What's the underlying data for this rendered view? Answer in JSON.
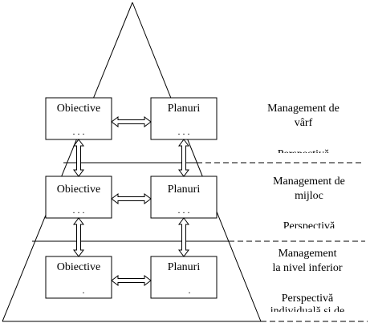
{
  "levels": [
    {
      "id": "top",
      "left_box": {
        "title": "Obiective",
        "dots": ". . ."
      },
      "right_box": {
        "title": "Planuri",
        "dots": ". . ."
      },
      "side_label_lines": [
        "Management de",
        "vârf"
      ],
      "perspective_label": "Perspectivă"
    },
    {
      "id": "middle",
      "left_box": {
        "title": "Obiective",
        "dots": ". . ."
      },
      "right_box": {
        "title": "Planuri",
        "dots": ". . ."
      },
      "side_label_lines": [
        "Management de",
        "mijloc"
      ],
      "perspective_label": "Perspectivă"
    },
    {
      "id": "bottom",
      "left_box": {
        "title": "Obiective",
        "dots": "."
      },
      "right_box": {
        "title": "Planuri",
        "dots": "."
      },
      "side_label_lines": [
        "Management",
        "la nivel inferior"
      ],
      "perspective_label": "Perspectivă",
      "perspective_sub": "individuală și de"
    }
  ]
}
